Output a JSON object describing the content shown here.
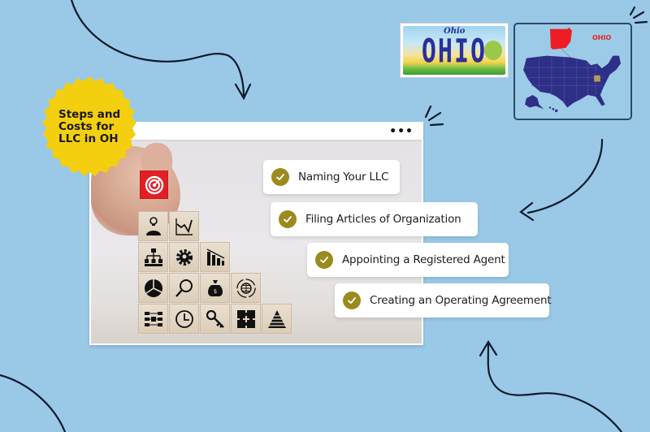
{
  "badge": {
    "lines": [
      "Steps and",
      "Costs for",
      "LLC in OH"
    ],
    "color": "#f3cf0f"
  },
  "window": {
    "menu_icon": "•••"
  },
  "checklist": [
    {
      "label": "Naming Your LLC",
      "icon": "check-circle-icon"
    },
    {
      "label": "Filing Articles of Organization",
      "icon": "check-circle-icon"
    },
    {
      "label": "Appointing a Registered Agent",
      "icon": "check-circle-icon"
    },
    {
      "label": "Creating an Operating Agreement",
      "icon": "check-circle-icon"
    }
  ],
  "license_plate": {
    "state_text": "OHIO",
    "script_text": "Ohio"
  },
  "map": {
    "label": "OHIO",
    "highlight_color": "#e1261f",
    "us_color": "#2e2f86"
  },
  "blocks": {
    "top": "target-icon",
    "row1": [
      "idea-person-icon",
      "trend-chart-icon"
    ],
    "row2": [
      "org-chart-icon",
      "gear-bulb-icon",
      "bar-chart-decline-icon"
    ],
    "row3": [
      "pie-chart-icon",
      "magnifier-icon",
      "money-bag-icon",
      "globe-refresh-icon"
    ],
    "row4": [
      "flowchart-icon",
      "clock-icon",
      "key-icon",
      "puzzle-icon",
      "pyramid-icon"
    ]
  },
  "colors": {
    "background": "#99c9e7",
    "check": "#9c8a1c",
    "doodle": "#0f1a2b"
  }
}
